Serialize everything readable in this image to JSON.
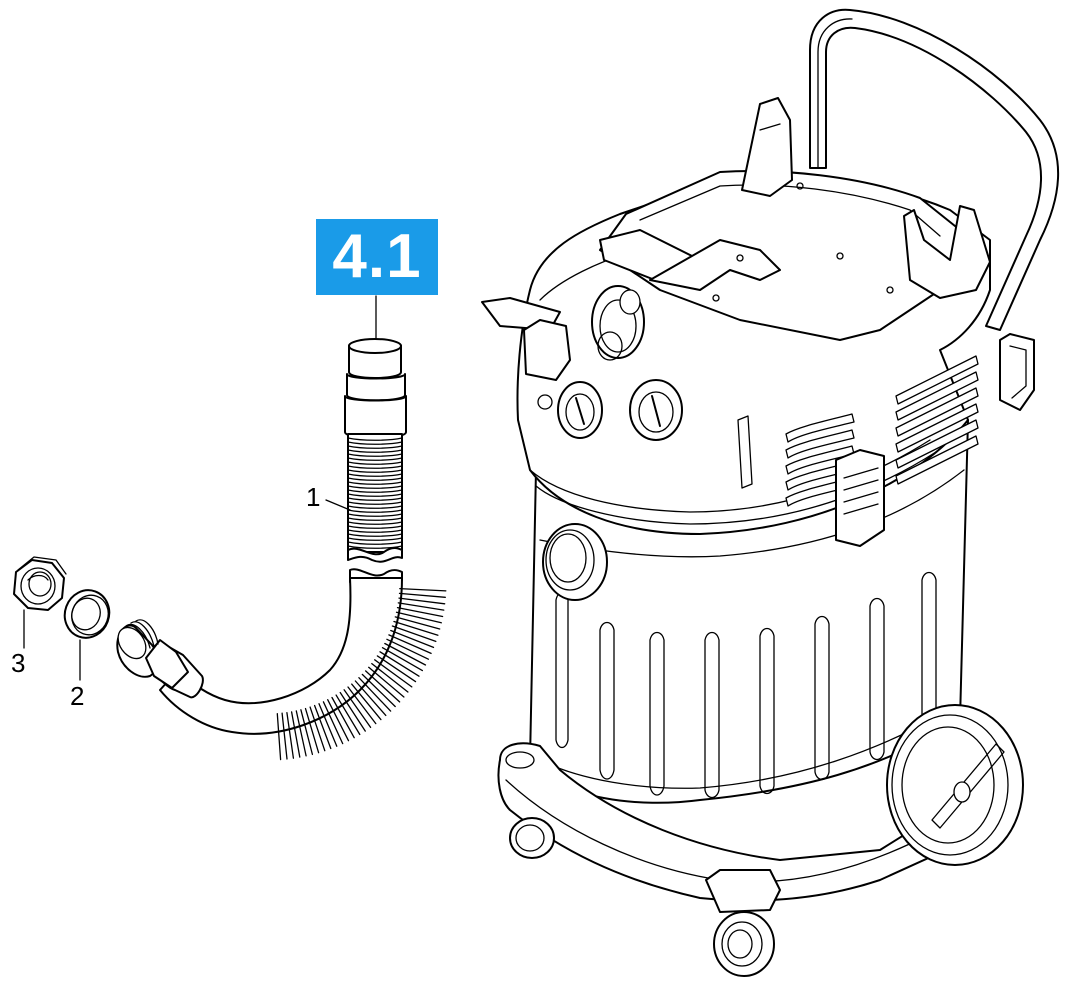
{
  "section_label": {
    "text": "4.1",
    "background": "#1a9be8",
    "color": "#ffffff"
  },
  "callouts": [
    {
      "id": "1",
      "text": "1"
    },
    {
      "id": "2",
      "text": "2"
    },
    {
      "id": "3",
      "text": "3"
    }
  ],
  "line_color": "#000000"
}
